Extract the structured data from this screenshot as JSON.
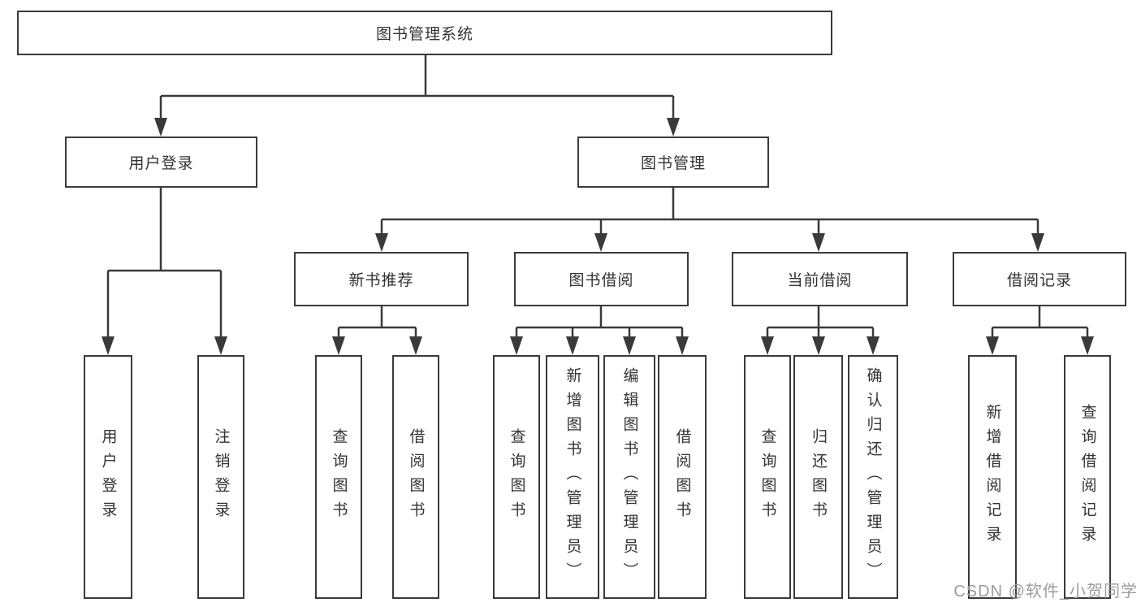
{
  "colors": {
    "line": "#3a3a3a",
    "text": "#333333",
    "watermark_gray": "#9c9c9c",
    "background": "#ffffff"
  },
  "watermark": "CSDN @软件_小贺同学",
  "tree": {
    "label": "图书管理系统",
    "children": [
      {
        "label": "用户登录",
        "children": [
          {
            "label": "用户登录"
          },
          {
            "label": "注销登录"
          }
        ]
      },
      {
        "label": "图书管理",
        "children": [
          {
            "label": "新书推荐",
            "children": [
              {
                "label": "查询图书"
              },
              {
                "label": "借阅图书"
              }
            ]
          },
          {
            "label": "图书借阅",
            "children": [
              {
                "label": "查询图书"
              },
              {
                "label": "新增图书（管理员）"
              },
              {
                "label": "编辑图书（管理员）"
              },
              {
                "label": "借阅图书"
              }
            ]
          },
          {
            "label": "当前借阅",
            "children": [
              {
                "label": "查询图书"
              },
              {
                "label": "归还图书"
              },
              {
                "label": "确认归还（管理员）"
              }
            ]
          },
          {
            "label": "借阅记录",
            "children": [
              {
                "label": "新增借阅记录"
              },
              {
                "label": "查询借阅记录"
              }
            ]
          }
        ]
      }
    ]
  }
}
